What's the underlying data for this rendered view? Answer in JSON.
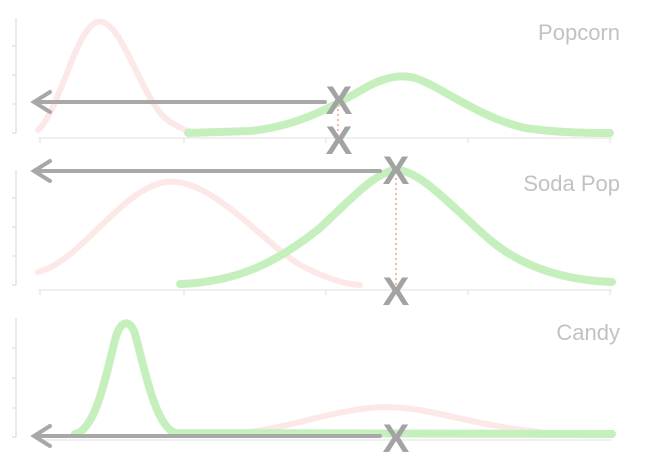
{
  "panels": [
    {
      "label": "Popcorn",
      "marker_top": "X",
      "marker_bottom": "X"
    },
    {
      "label": "Soda Pop",
      "marker_top": "X",
      "marker_bottom": "X"
    },
    {
      "label": "Candy",
      "marker_top": "X"
    }
  ],
  "colors": {
    "highlight_curve": "#c5f0bd",
    "faded_curve": "#fde8e8",
    "arrow": "#a8a8a8",
    "marker": "#a3a3a3",
    "dotted_connector": "#f2b8a8",
    "axis": "#e3e3e3",
    "label": "#c2c2c2"
  }
}
